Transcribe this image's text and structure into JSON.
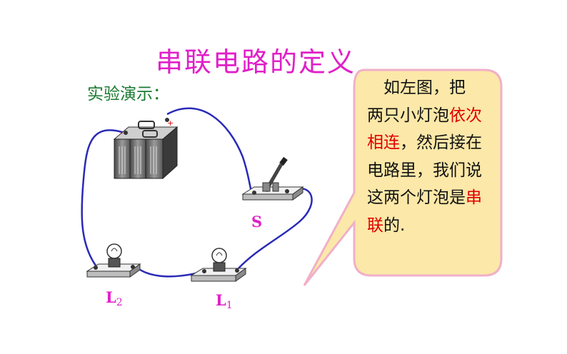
{
  "title": "串联电路的定义",
  "demo_label": "实验演示：",
  "labels": {
    "switch": "S",
    "lamp2_main": "L",
    "lamp2_sub": "2",
    "lamp1_main": "L",
    "lamp1_sub": "1"
  },
  "battery_marks": {
    "neg": "-",
    "pos": "+"
  },
  "bubble": {
    "line1": "如左图，把",
    "line2a": "两只小灯泡",
    "line2b": "依次",
    "line3a": "相连",
    "line3b": "，然后接在",
    "line4": "电路里，我们说",
    "line5a": "这两个灯泡是",
    "line5b": "串",
    "line6a": "联",
    "line6b": "的."
  },
  "colors": {
    "title": "#e020c8",
    "demo": "#1a7a30",
    "wire": "#2a2ab8",
    "bubble_fill": "#fce8a8",
    "bubble_stroke": "#f0b0c8",
    "emphasis": "#e00000"
  }
}
